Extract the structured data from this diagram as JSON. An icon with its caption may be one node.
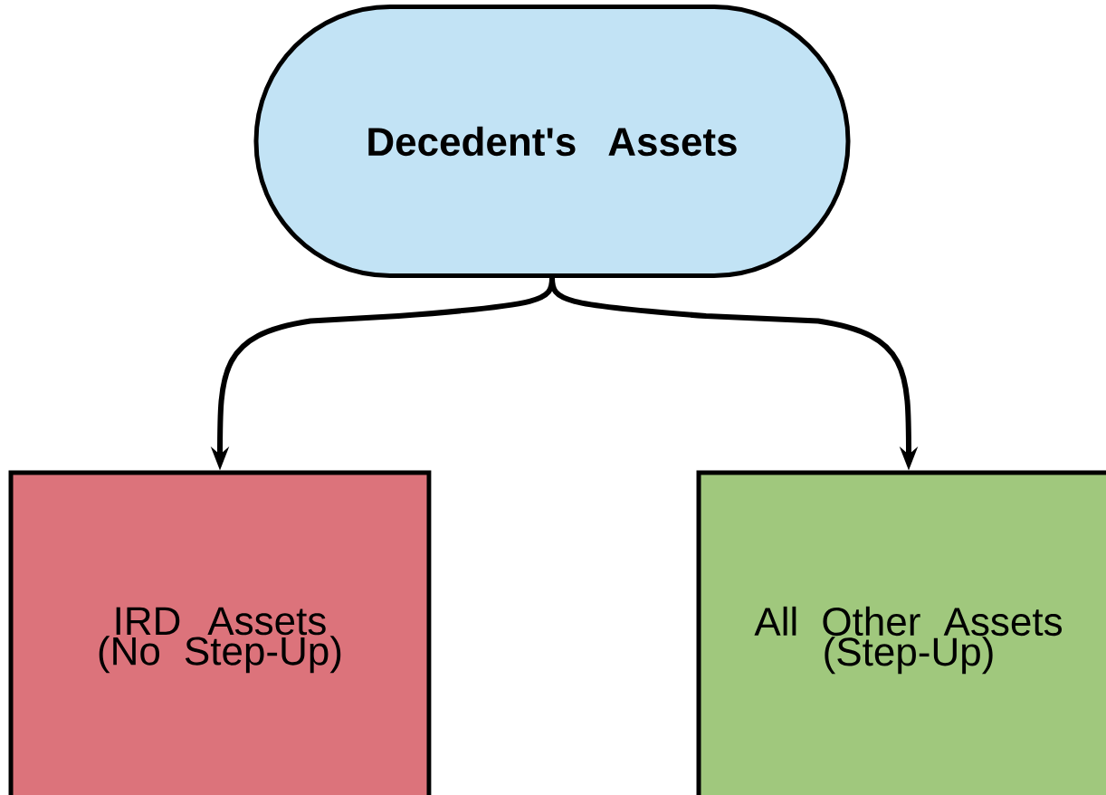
{
  "diagram": {
    "nodes": [
      {
        "text": [
          "Decedent's Assets"
        ]
      },
      {
        "text": [
          "IRD Assets (No Step-Up)"
        ]
      },
      {
        "text": [
          "All Other Assets (Step-Up)"
        ]
      }
    ],
    "edges": [
      {
        "from": 0,
        "to": 1,
        "arrow": "to"
      },
      {
        "from": 0,
        "to": 2,
        "arrow": "to"
      }
    ]
  }
}
